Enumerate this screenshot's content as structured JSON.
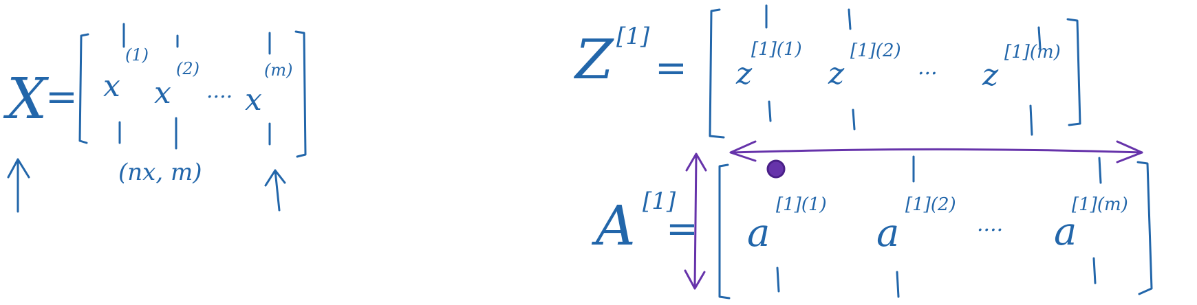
{
  "board": {
    "ink_color": "#2266aa",
    "highlight_color": "#6633aa"
  },
  "x_matrix": {
    "lhs": "X",
    "equals": "=",
    "columns": [
      {
        "base": "x",
        "sup": "(1)"
      },
      {
        "base": "x",
        "sup": "(2)"
      },
      {
        "base": "x",
        "sup": "(m)"
      }
    ],
    "dots": "....",
    "dimension": "(nx, m)"
  },
  "z_matrix": {
    "lhs": "Z",
    "lhs_sup": "[1]",
    "equals": "=",
    "columns": [
      {
        "base": "z",
        "sup": "[1](1)"
      },
      {
        "base": "z",
        "sup": "[1](2)"
      },
      {
        "base": "z",
        "sup": "[1](m)"
      }
    ],
    "dots": "..."
  },
  "a_matrix": {
    "lhs": "A",
    "lhs_sup": "[1]",
    "equals": "=",
    "columns": [
      {
        "base": "a",
        "sup": "[1](1)"
      },
      {
        "base": "a",
        "sup": "[1](2)"
      },
      {
        "base": "a",
        "sup": "[1](m)"
      }
    ],
    "dots": "...."
  }
}
